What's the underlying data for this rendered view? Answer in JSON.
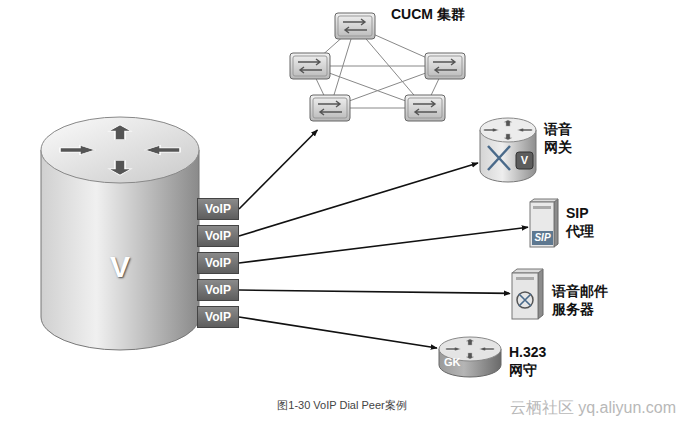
{
  "diagram": {
    "caption": "图1-30 VoIP Dial Peer案例",
    "nodes": [
      {
        "text": [
          "V"
        ]
      },
      {
        "text": [
          "VoIP"
        ],
        "in": 0
      },
      {
        "text": [
          "VoIP"
        ],
        "in": 0
      },
      {
        "text": [
          "VoIP"
        ],
        "in": 0
      },
      {
        "text": [
          "VoIP"
        ],
        "in": 0
      },
      {
        "text": [
          "VoIP"
        ],
        "in": 0
      },
      {
        "text": [
          "CUCM 集群"
        ]
      },
      {
        "text": [
          "V",
          "语音 网关"
        ]
      },
      {
        "text": [
          "SIP",
          "SIP 代理"
        ]
      },
      {
        "text": [
          "语音邮件 服务器"
        ]
      },
      {
        "text": [
          "GK",
          "H.323 网守"
        ]
      }
    ],
    "edges": [
      {
        "from": 1,
        "to": 6,
        "arrow": "to"
      },
      {
        "from": 2,
        "to": 7,
        "arrow": "to"
      },
      {
        "from": 3,
        "to": 8,
        "arrow": "to"
      },
      {
        "from": 4,
        "to": 9,
        "arrow": "to"
      },
      {
        "from": 5,
        "to": 10,
        "arrow": "to"
      }
    ],
    "labels": [
      "云栖社区 yq.aliyun.com"
    ]
  }
}
